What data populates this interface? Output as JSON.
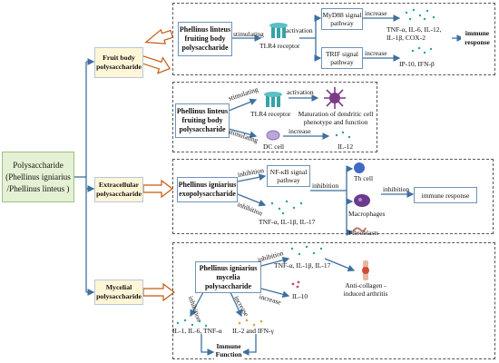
{
  "root": {
    "line1": "Polysaccharide",
    "line2": "(Phellinus igniarius",
    "line3": "/Phellinus linteus )"
  },
  "categories": {
    "fruit": {
      "line1": "Fruit body",
      "line2": "polysaccharide"
    },
    "extra": {
      "line1": "Extracellular",
      "line2": "polysaccharide"
    },
    "myc": {
      "line1": "Mycelial",
      "line2": "polysaccharide"
    }
  },
  "panel1": {
    "agent": {
      "line1": "Phellinus linteus",
      "line2": "fruiting body",
      "line3": "polysaccharide"
    },
    "stimulating": "stimulating",
    "activation": "activation",
    "receptor": "TLR4 receptor",
    "myd88": {
      "line1": "MyD88 signal",
      "line2": "pathway"
    },
    "trif": {
      "line1": "TRIF signal",
      "line2": "pathway"
    },
    "increase_top": "increase",
    "increase_bottom": "increase",
    "cytokines_top1": "TNF-α, IL-6, IL-12,",
    "cytokines_top2": "IL-1β, COX-2",
    "cytokines_bottom": "IP-10, IFN-β",
    "immune": {
      "line1": "immune",
      "line2": "response"
    }
  },
  "panel2": {
    "agent": {
      "line1": "Phellinus linteus",
      "line2": "fruiting body",
      "line3": "polysaccharide"
    },
    "stimulating_top": "stimulating",
    "stimulating_bottom": "stimulating",
    "activation": "activation",
    "receptor": "TLR4 receptor",
    "maturation1": "Maturation of dendritic cell",
    "maturation2": "phenotype and function",
    "dc_cell": "DC cell",
    "increase": "increase",
    "il12": "IL-12"
  },
  "panel3": {
    "agent": {
      "line1": "Phellinus igniarius",
      "line2": "exopolysaccharide"
    },
    "inhibition_top": "inhibition",
    "inhibition_bottom": "inhibition",
    "nfkb": {
      "line1": "NF-κB signal",
      "line2": "pathway"
    },
    "inhibition_mid": "inhibition",
    "inhibition_right": "inhibition",
    "cytokines": "TNF-α, IL-1β, IL-17",
    "th_cell": "Th cell",
    "macrophages": "Macrophages",
    "fibroblasts": "Fibroblasts",
    "immune_response": "immune response"
  },
  "panel4": {
    "agent": {
      "line1": "Phellinus igniarius",
      "line2": "mycelia",
      "line3": "polysaccharide"
    },
    "inhibition_top": "inhibition",
    "cytokines_top": "TNF-α, IL-1β, IL-17",
    "arthritis1": "Anti-collagen -",
    "arthritis2": "induced arthritis",
    "increase_right": "increase",
    "il10": "IL-10",
    "inhibition_left": "inhibition",
    "increase_left": "increase",
    "cytokines_left": "IL-1, IL-6, TNF-α",
    "cytokines_mid": "IL-2 and IFN-γ",
    "immune": {
      "line1": "Immune",
      "line2": "Function"
    }
  },
  "colors": {
    "arrow_blue": "#3e6f9e",
    "arrow_orange": "#c55a11",
    "root_fill": "#e4f1d4",
    "cat_fill": "#fff6d8",
    "cell_purple": "#7a3c86",
    "cell_teal": "#2aa198"
  }
}
